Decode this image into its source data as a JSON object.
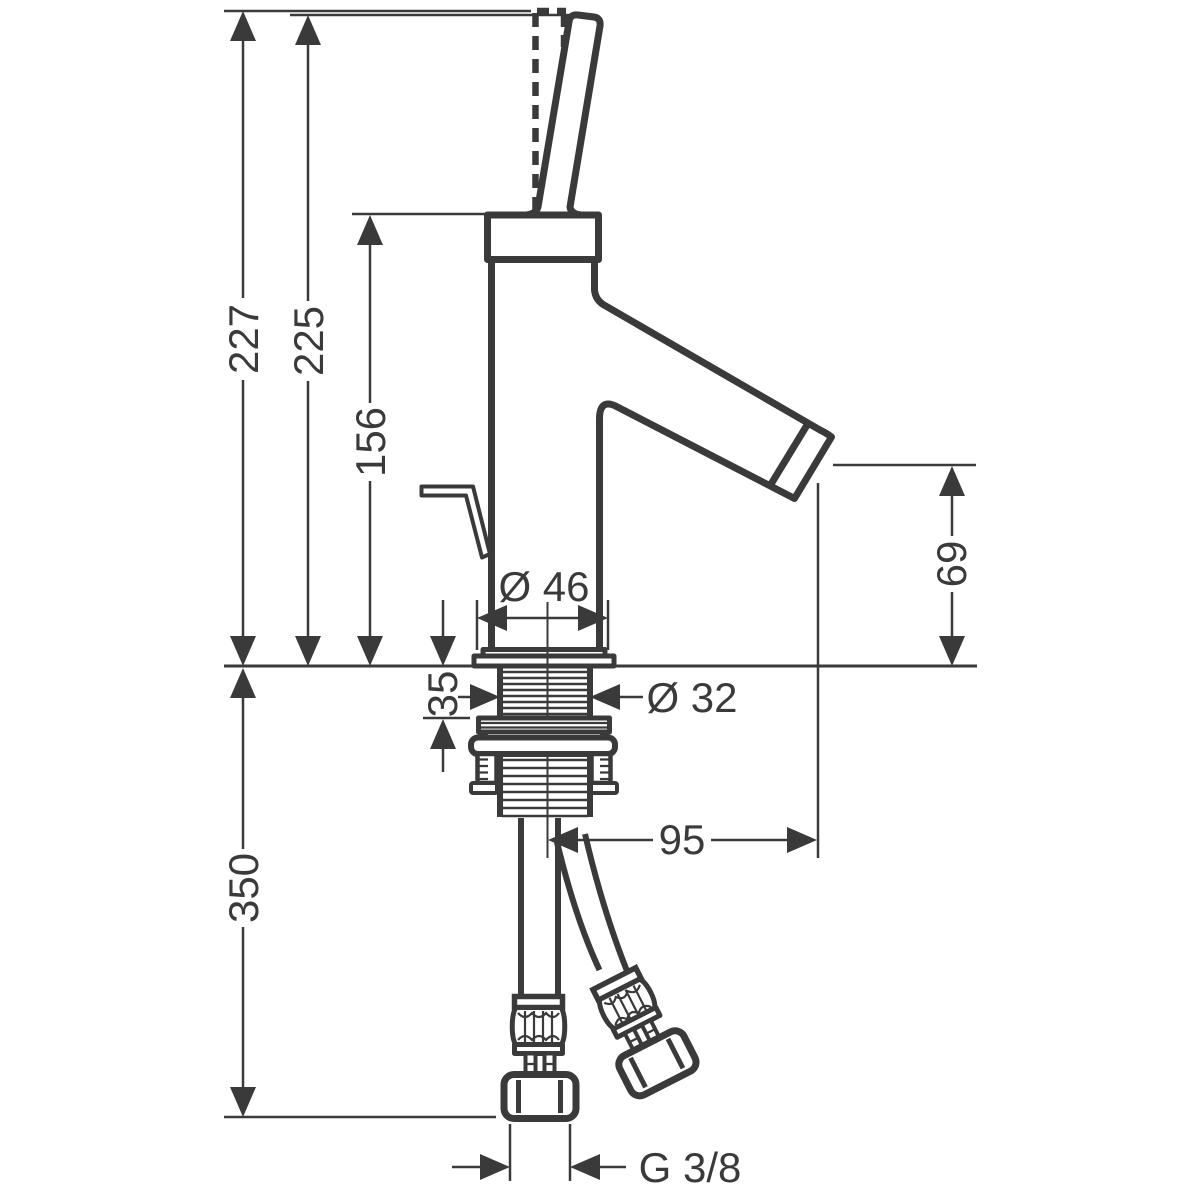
{
  "meta": {
    "drawing_type": "technical dimension drawing",
    "subject": "single-lever basin mixer, side view with supply hoses",
    "ink_color": "#3a3a3a",
    "background_color": "#ffffff",
    "units": "mm"
  },
  "labels": {
    "height_total": "227",
    "height_handle": "225",
    "height_body": "156",
    "height_spout": "69",
    "dia_base": "Ø 46",
    "dia_shank": "Ø 32",
    "mount_depth": "35",
    "reach": "95",
    "hose_length": "350",
    "thread": "G 3/8"
  }
}
